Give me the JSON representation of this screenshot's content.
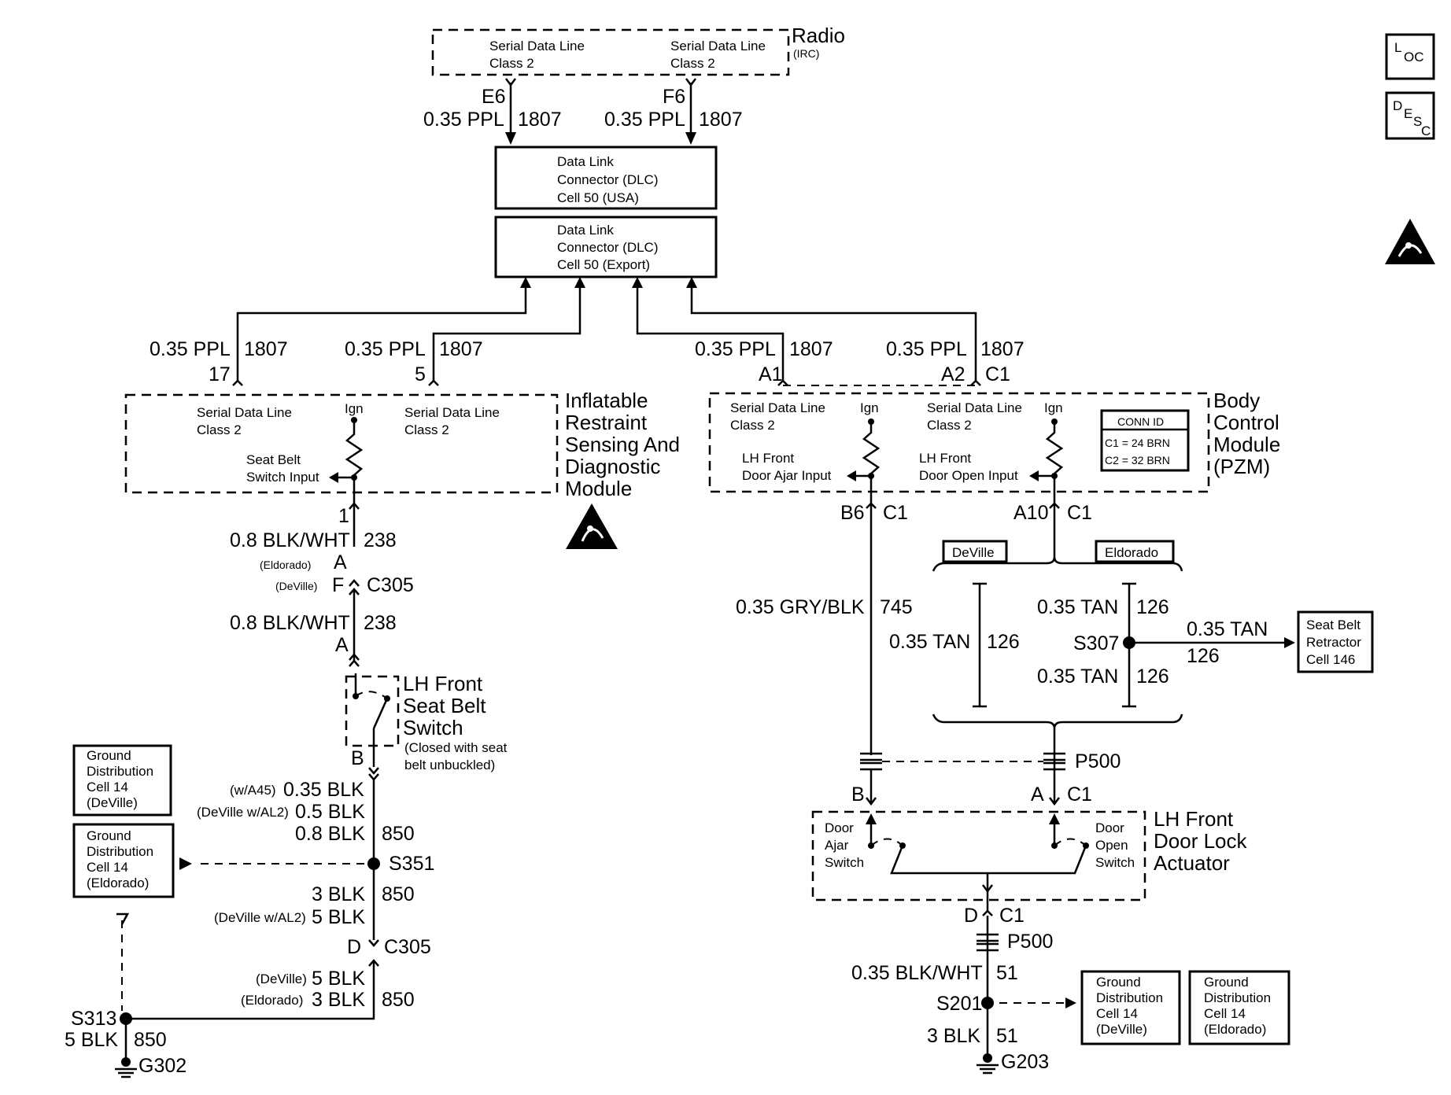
{
  "radio": {
    "name": "Radio",
    "sub": "(IRC)",
    "left_l1": "Serial Data Line",
    "left_l2": "Class 2",
    "right_l1": "Serial Data Line",
    "right_l2": "Class 2",
    "pin_left": "E6",
    "pin_right": "F6",
    "wire_left_size": "0.35 PPL",
    "wire_left_circuit": "1807",
    "wire_right_size": "0.35 PPL",
    "wire_right_circuit": "1807"
  },
  "dlc_usa": {
    "l1": "Data Link",
    "l2": "Connector (DLC)",
    "l3": "Cell 50  (USA)"
  },
  "dlc_export": {
    "l1": "Data Link",
    "l2": "Connector (DLC)",
    "l3": "Cell 50  (Export)"
  },
  "sdm": {
    "name_l1": "Inflatable",
    "name_l2": "Restraint",
    "name_l3": "Sensing And",
    "name_l4": "Diagnostic",
    "name_l5": "Module",
    "sd1_l1": "Serial Data Line",
    "sd1_l2": "Class 2",
    "sd2_l1": "Serial Data Line",
    "sd2_l2": "Class 2",
    "ign": "Ign",
    "input_l1": "Seat Belt",
    "input_l2": "Switch Input",
    "pin17": "17",
    "pin5": "5",
    "pin1": "1",
    "w17_size": "0.35 PPL",
    "w17_circuit": "1807",
    "w5_size": "0.35 PPL",
    "w5_circuit": "1807"
  },
  "bcm": {
    "name_l1": "Body",
    "name_l2": "Control",
    "name_l3": "Module",
    "name_l4": "(PZM)",
    "sd1_l1": "Serial Data Line",
    "sd1_l2": "Class 2",
    "sd2_l1": "Serial Data Line",
    "sd2_l2": "Class 2",
    "ign1": "Ign",
    "ign2": "Ign",
    "in1_l1": "LH Front",
    "in1_l2": "Door Ajar Input",
    "in2_l1": "LH Front",
    "in2_l2": "Door Open Input",
    "conn_id_title": "CONN ID",
    "conn_c1": "C1 = 24 BRN",
    "conn_c2": "C2 = 32 BRN",
    "pinA1": "A1",
    "pinA2": "A2",
    "pinC1": "C1",
    "wA1_size": "0.35 PPL",
    "wA1_circuit": "1807",
    "wA2_size": "0.35 PPL",
    "wA2_circuit": "1807",
    "pinB6": "B6",
    "pinB6_conn": "C1",
    "pinA10": "A10",
    "pinA10_conn": "C1"
  },
  "left_harness": {
    "w238a_size": "0.8 BLK/WHT",
    "w238a_circuit": "238",
    "eldorado_tag": "(Eldorado)",
    "eldorado_pin": "A",
    "deville_tag": "(DeVille)",
    "deville_pin": "F",
    "c305": "C305",
    "w238b_size": "0.8 BLK/WHT",
    "w238b_circuit": "238",
    "pinA": "A",
    "switch_l1": "LH Front",
    "switch_l2": "Seat Belt",
    "switch_l3": "Switch",
    "switch_n1": "(Closed with seat",
    "switch_n2": "belt unbuckled)",
    "pinB": "B",
    "v1_tag": "(w/A45)",
    "v1_size": "0.35 BLK",
    "v2_tag": "(DeVille w/AL2)",
    "v2_size": "0.5 BLK",
    "v3_size": "0.8 BLK",
    "v3_circuit": "850",
    "s351": "S351",
    "v4_size": "3 BLK",
    "v4_circuit": "850",
    "v5_tag": "(DeVille w/AL2)",
    "v5_size": "5 BLK",
    "pinD": "D",
    "c305b": "C305",
    "v6_tag": "(DeVille)",
    "v6_size": "5 BLK",
    "v7_tag": "(Eldorado)",
    "v7_size": "3 BLK",
    "v7_circuit": "850",
    "s313": "S313",
    "g_size": "5 BLK",
    "g_circuit": "850",
    "g302": "G302"
  },
  "gd_deville_left": {
    "l1": "Ground",
    "l2": "Distribution",
    "l3": "Cell 14",
    "l4": "(DeVille)"
  },
  "gd_eldorado_left": {
    "l1": "Ground",
    "l2": "Distribution",
    "l3": "Cell 14",
    "l4": "(Eldorado)"
  },
  "right_harness": {
    "deville_label": "DeVille",
    "eldorado_label": "Eldorado",
    "w745_size": "0.35 GRY/BLK",
    "w745_circuit": "745",
    "tan_a_size": "0.35 TAN",
    "tan_a_circuit": "126",
    "tan_b_size": "0.35 TAN",
    "tan_b_circuit": "126",
    "s307": "S307",
    "tan_c_size": "0.35 TAN",
    "tan_c_circuit": "126",
    "tan_d_size": "0.35 TAN",
    "tan_d_circuit": "126",
    "p500": "P500",
    "pinB": "B",
    "pinA": "A",
    "pinA_conn": "C1",
    "act_l1": "LH Front",
    "act_l2": "Door Lock",
    "act_l3": "Actuator",
    "dajar_l1": "Door",
    "dajar_l2": "Ajar",
    "dajar_l3": "Switch",
    "dopen_l1": "Door",
    "dopen_l2": "Open",
    "dopen_l3": "Switch",
    "pinD": "D",
    "pinD_conn": "C1",
    "p500b": "P500",
    "w51a_size": "0.35 BLK/WHT",
    "w51a_circuit": "51",
    "s201": "S201",
    "w51b_size": "3 BLK",
    "w51b_circuit": "51",
    "g203": "G203"
  },
  "retractor": {
    "l1": "Seat Belt",
    "l2": "Retractor",
    "l3": "Cell 146"
  },
  "gd_deville_right": {
    "l1": "Ground",
    "l2": "Distribution",
    "l3": "Cell 14",
    "l4": "(DeVille)"
  },
  "gd_eldorado_right": {
    "l1": "Ground",
    "l2": "Distribution",
    "l3": "Cell 14",
    "l4": "(Eldorado)"
  },
  "icons": {
    "loc": "loc-icon",
    "desc": "desc-icon",
    "esd": "esd-warning-icon",
    "airbag": "airbag-warning-icon"
  },
  "loc_icon": {
    "main": "L",
    "sub": "OC"
  },
  "desc_icon": {
    "main": "D",
    "sub1": "E",
    "sub2": "S",
    "sub3": "C"
  }
}
